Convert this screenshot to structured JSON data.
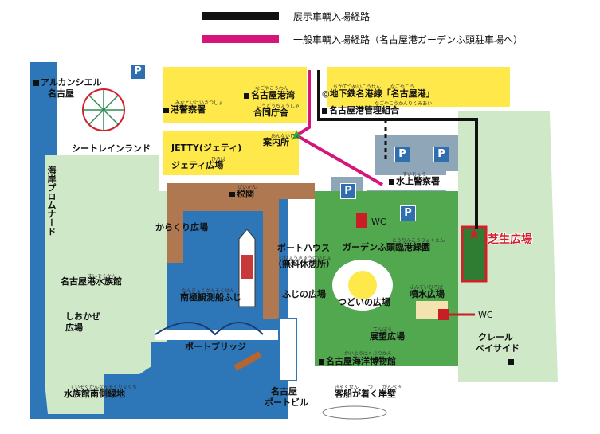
{
  "legend": {
    "item1": {
      "label": "展示車輌入場経路",
      "color": "#111111"
    },
    "item2": {
      "label": "一般車輌入場経路（名古屋港ガーデンふ頭駐車場へ）",
      "color": "#d6157a"
    }
  },
  "colors": {
    "sea": "#2d76b8",
    "yellow": "#ffe94a",
    "green": "#52a84f",
    "lightgreen": "#cfe8c8",
    "road": "#ffffff",
    "brown": "#b07850",
    "gray": "#8fa5b8",
    "red": "#c81e25"
  },
  "labels": {
    "arukan": "アルカンシエル",
    "arukan2": "名古屋",
    "arukan_ruby": "",
    "minato_police": "港警察署",
    "minato_police_ruby": "みなといけいさつしょ",
    "gov_1": "名古屋港湾",
    "gov_2": "合同庁舎",
    "gov_ruby1": "なごやこうわん",
    "gov_ruby2": "ごうどうちょうしゃ",
    "subway": "地下鉄名港線「名古屋港」",
    "subway_ruby": "ちかてつめいこうせん　　なごやこう",
    "mgmt": "名古屋港管理組合",
    "mgmt_ruby": "なごやこうかんりくみあい",
    "seatrain": "シートレインランド",
    "jetty1": "JETTY(ジェティ)",
    "jetty2": "ジェティ広場",
    "jetty_ruby": "ひろば",
    "info": "案内所",
    "info_ruby": "あんないじょ",
    "customs": "税関",
    "customs_ruby": "ぜいかん",
    "water_police": "水上警察署",
    "water_police_ruby": "すいじょう",
    "promenade": "海岸プロムナード",
    "karakuri": "からくり広場",
    "aquarium": "名古屋港水族館",
    "aquarium_ruby": "すいぞくかん",
    "porthouse1": "ポートハウス",
    "porthouse2": "（無料休憩所）",
    "porthouse_ruby": "むりょうきゅうけいじょ",
    "garden": "ガーデンふ頭臨港緑園",
    "garden_ruby": "とうりんこうりょくえん",
    "nankyoku": "南極観測船ふじ",
    "nankyoku_ruby": "なんきょくかんそくせん",
    "fuji_plaza": "ふじの広場",
    "tsudoi": "つどいの広場",
    "funsui": "噴水広場",
    "funsui_ruby": "ふんすいひろば",
    "shiokaze1": "しおかぜ",
    "shiokaze2": "広場",
    "bridge": "ポートブリッジ",
    "tenbou": "展望広場",
    "tenbou_ruby": "てんぼう",
    "kaiyo": "名古屋海洋博物館",
    "kaiyo_ruby": "かいようはくぶつかん",
    "crail1": "クレール",
    "crail2": "ベイサイド",
    "south_green": "水族館南側緑地",
    "south_green_ruby": "すいぞくかんなんそくりょくち",
    "portbuilding1": "名古屋",
    "portbuilding2": "ポートビル",
    "cruise": "客船が着く岸壁",
    "cruise_ruby": "きゃくせん　　つ　　がんぺき",
    "shibafu": "芝生広場",
    "wc1": "WC",
    "wc2": "WC",
    "parking": "P"
  }
}
